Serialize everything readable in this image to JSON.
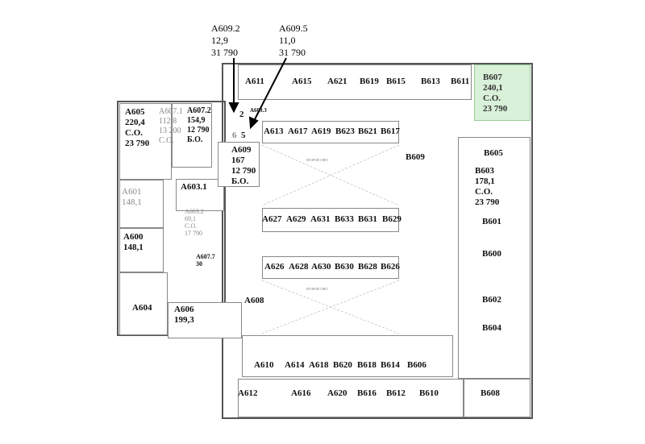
{
  "annotations": [
    {
      "lines": [
        "A609.2",
        "12,9",
        "31 790"
      ]
    },
    {
      "lines": [
        "A609.5",
        "11,0",
        "31 790"
      ]
    }
  ],
  "rooms_simple": {
    "top": [
      "A611",
      "A615",
      "A621",
      "B619",
      "B615",
      "B613",
      "B611"
    ],
    "row2": [
      "A613",
      "A617",
      "A619",
      "B623",
      "B621",
      "B617"
    ],
    "row3": [
      "A627",
      "A629",
      "A631",
      "B633",
      "B631",
      "B629"
    ],
    "row4": [
      "A626",
      "A628",
      "A630",
      "B630",
      "B628",
      "B626"
    ],
    "row5": [
      "A610",
      "A614",
      "A618",
      "B620",
      "B618",
      "B614",
      "B606"
    ],
    "bottom": [
      "A612",
      "A616",
      "A620",
      "B616",
      "B612",
      "B610",
      "B608"
    ],
    "right": [
      "B609",
      "B605",
      "B601",
      "B600",
      "B602",
      "B604"
    ],
    "left": [
      "A604",
      "A608",
      "A603.1",
      "2",
      "5",
      "6",
      "A609.3"
    ]
  },
  "blocks": {
    "b607": [
      "B607",
      "240,1",
      "C.O.",
      "23 790"
    ],
    "b603": [
      "B603",
      "178,1",
      "C.O.",
      "23 790"
    ],
    "a605": [
      "A605",
      "220,4",
      "C.O.",
      "23 790"
    ],
    "a6071": [
      "A607.1",
      "112,8",
      "13 200",
      "C.O."
    ],
    "a6072": [
      "A607.2",
      "154,9",
      "12 790",
      "Б.О."
    ],
    "a609": [
      "A609",
      "167",
      "12 790",
      "Б.О."
    ],
    "a601": [
      "A601",
      "148,1"
    ],
    "a600": [
      "A600",
      "148,1"
    ],
    "a606": [
      "A606",
      "199,3"
    ],
    "a6032": [
      "A603.2",
      "69,1",
      "C.O.",
      "17 790"
    ],
    "a6077": [
      "A607.7",
      "30"
    ]
  },
  "atrium_label": "ВТОРОЙ СВЕТ",
  "colors": {
    "highlight": "#d9f0d9",
    "wall": "#555555"
  }
}
